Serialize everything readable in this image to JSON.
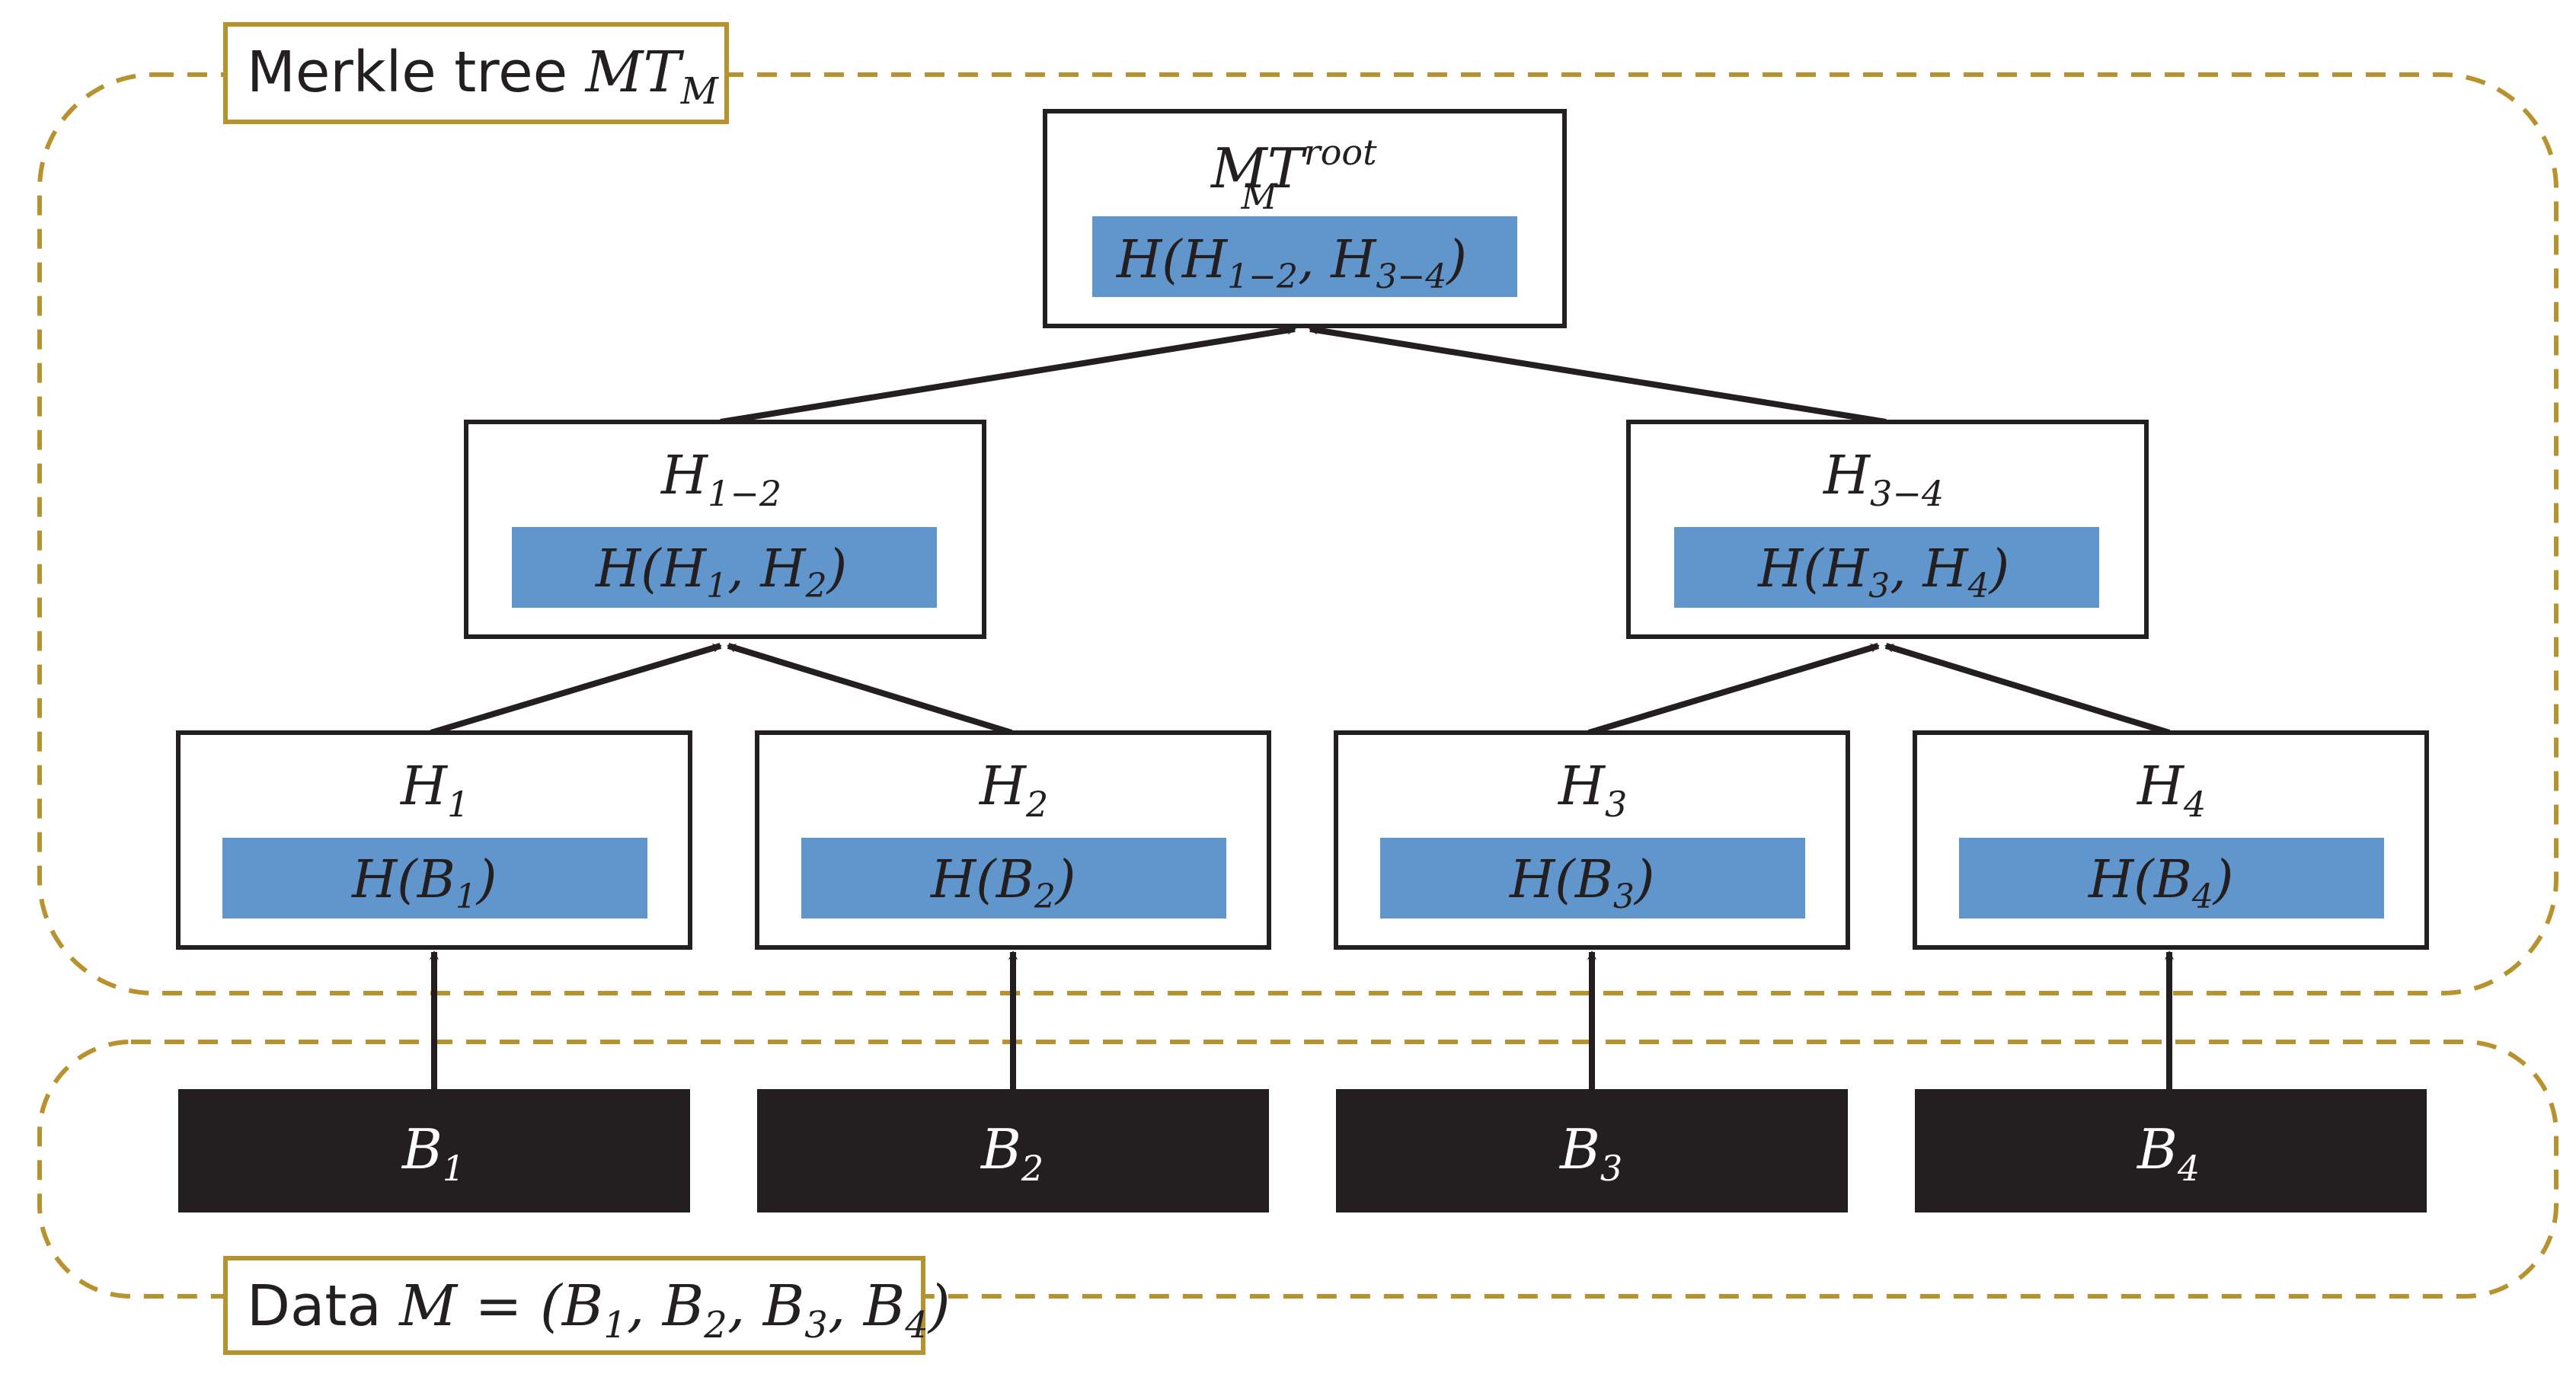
{
  "colors": {
    "dashed_border": "#B8922E",
    "node_border": "#231F20",
    "hash_fill": "#6096CC",
    "data_block_fill": "#231F20",
    "data_block_text": "#FFFFFF",
    "arrow": "#231F20"
  },
  "labels": {
    "tree_prefix": "Merkle tree ",
    "tree_symbol": "MT",
    "tree_sub": "M",
    "data_prefix": "Data ",
    "data_formula": "M = (B",
    "data_b1": "1",
    "data_b2": "2",
    "data_b3": "3",
    "data_b4": "4"
  },
  "nodes": {
    "root": {
      "main": "MT",
      "sup": "root",
      "sub": "M",
      "hash": "H(H",
      "hash_a": "1−2",
      "hash_b": "3−4"
    },
    "h12": {
      "main": "H",
      "sub": "1−2",
      "hash_a": "1",
      "hash_b": "2"
    },
    "h34": {
      "main": "H",
      "sub": "3−4",
      "hash_a": "3",
      "hash_b": "4"
    },
    "h1": {
      "main": "H",
      "sub": "1",
      "hash_sub": "1"
    },
    "h2": {
      "main": "H",
      "sub": "2",
      "hash_sub": "2"
    },
    "h3": {
      "main": "H",
      "sub": "3",
      "hash_sub": "3"
    },
    "h4": {
      "main": "H",
      "sub": "4",
      "hash_sub": "4"
    }
  },
  "blocks": [
    {
      "main": "B",
      "sub": "1"
    },
    {
      "main": "B",
      "sub": "2"
    },
    {
      "main": "B",
      "sub": "3"
    },
    {
      "main": "B",
      "sub": "4"
    }
  ]
}
